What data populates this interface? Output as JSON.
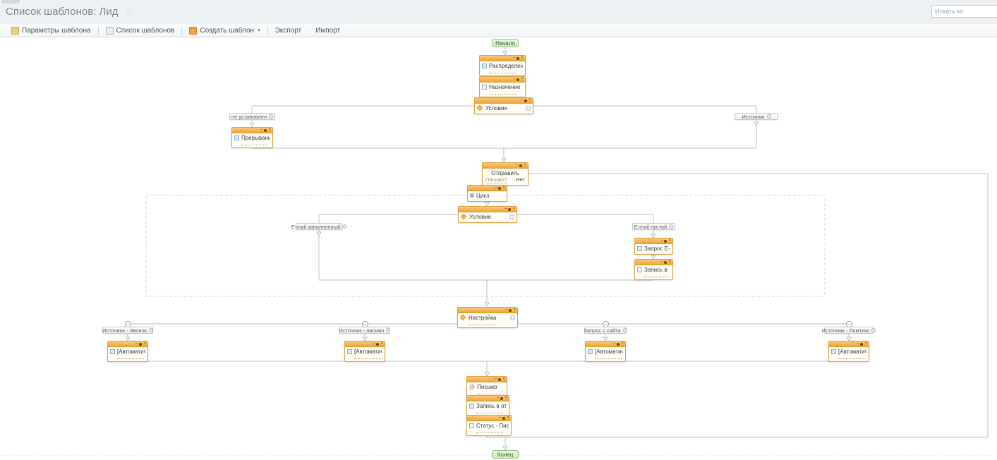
{
  "header": {
    "title": "Список шаблонов: Лид",
    "search_placeholder": "Искать ко"
  },
  "toolbar": {
    "items": [
      {
        "label": "Параметры шаблона"
      },
      {
        "label": "Список шаблонов"
      },
      {
        "label": "Создать шаблон"
      },
      {
        "label": "Экспорт"
      },
      {
        "label": "Импорт"
      }
    ]
  },
  "icons": {
    "favorite": "☆",
    "caret_down": "▾",
    "minimize": "–",
    "close": "×",
    "collapse": "−",
    "at": "@"
  },
  "colors": {
    "node_header_orange": "#f0a43b",
    "node_border": "#dba443",
    "terminal_green": "#cdeabf",
    "connector_grey": "#b8bfc8"
  },
  "flow": {
    "start_label": "Начало",
    "end_label": "Конец",
    "branches": {
      "not_set": "не установлен",
      "source": "Источник",
      "email_filled": "E-mail заполненный",
      "email_empty": "E-mail пустой",
      "src_call": "Источник - Звонок",
      "src_mail": "Источник - письмо",
      "src_site": "Запрос с сайта",
      "src_landing": "Источник - Лимтикс"
    },
    "nodes": {
      "distribute": {
        "title": "Распределение"
      },
      "assign": {
        "title": "Назначение"
      },
      "condition1": {
        "title": "Условие"
      },
      "interrupt": {
        "title": "Прерывание"
      },
      "send_question": {
        "title": "Отправить",
        "answer_left": "Письмо?",
        "answer_right": "Нет"
      },
      "loop": {
        "title": "Цикл"
      },
      "condition2": {
        "title": "Условие"
      },
      "request_email": {
        "title": "Запрос E-mail"
      },
      "record": {
        "title": "Запись в"
      },
      "setup": {
        "title": "Настройка"
      },
      "auto_call": {
        "title": "[Автоматическая"
      },
      "auto_mail": {
        "title": "[Автоматическая"
      },
      "auto_site": {
        "title": "[Автоматическое"
      },
      "auto_landing": {
        "title": "[Автоматическое"
      },
      "letter": {
        "title": "Письмо"
      },
      "report": {
        "title": "Запись в отчет"
      },
      "status": {
        "title": "Статус - Письмо"
      }
    }
  }
}
